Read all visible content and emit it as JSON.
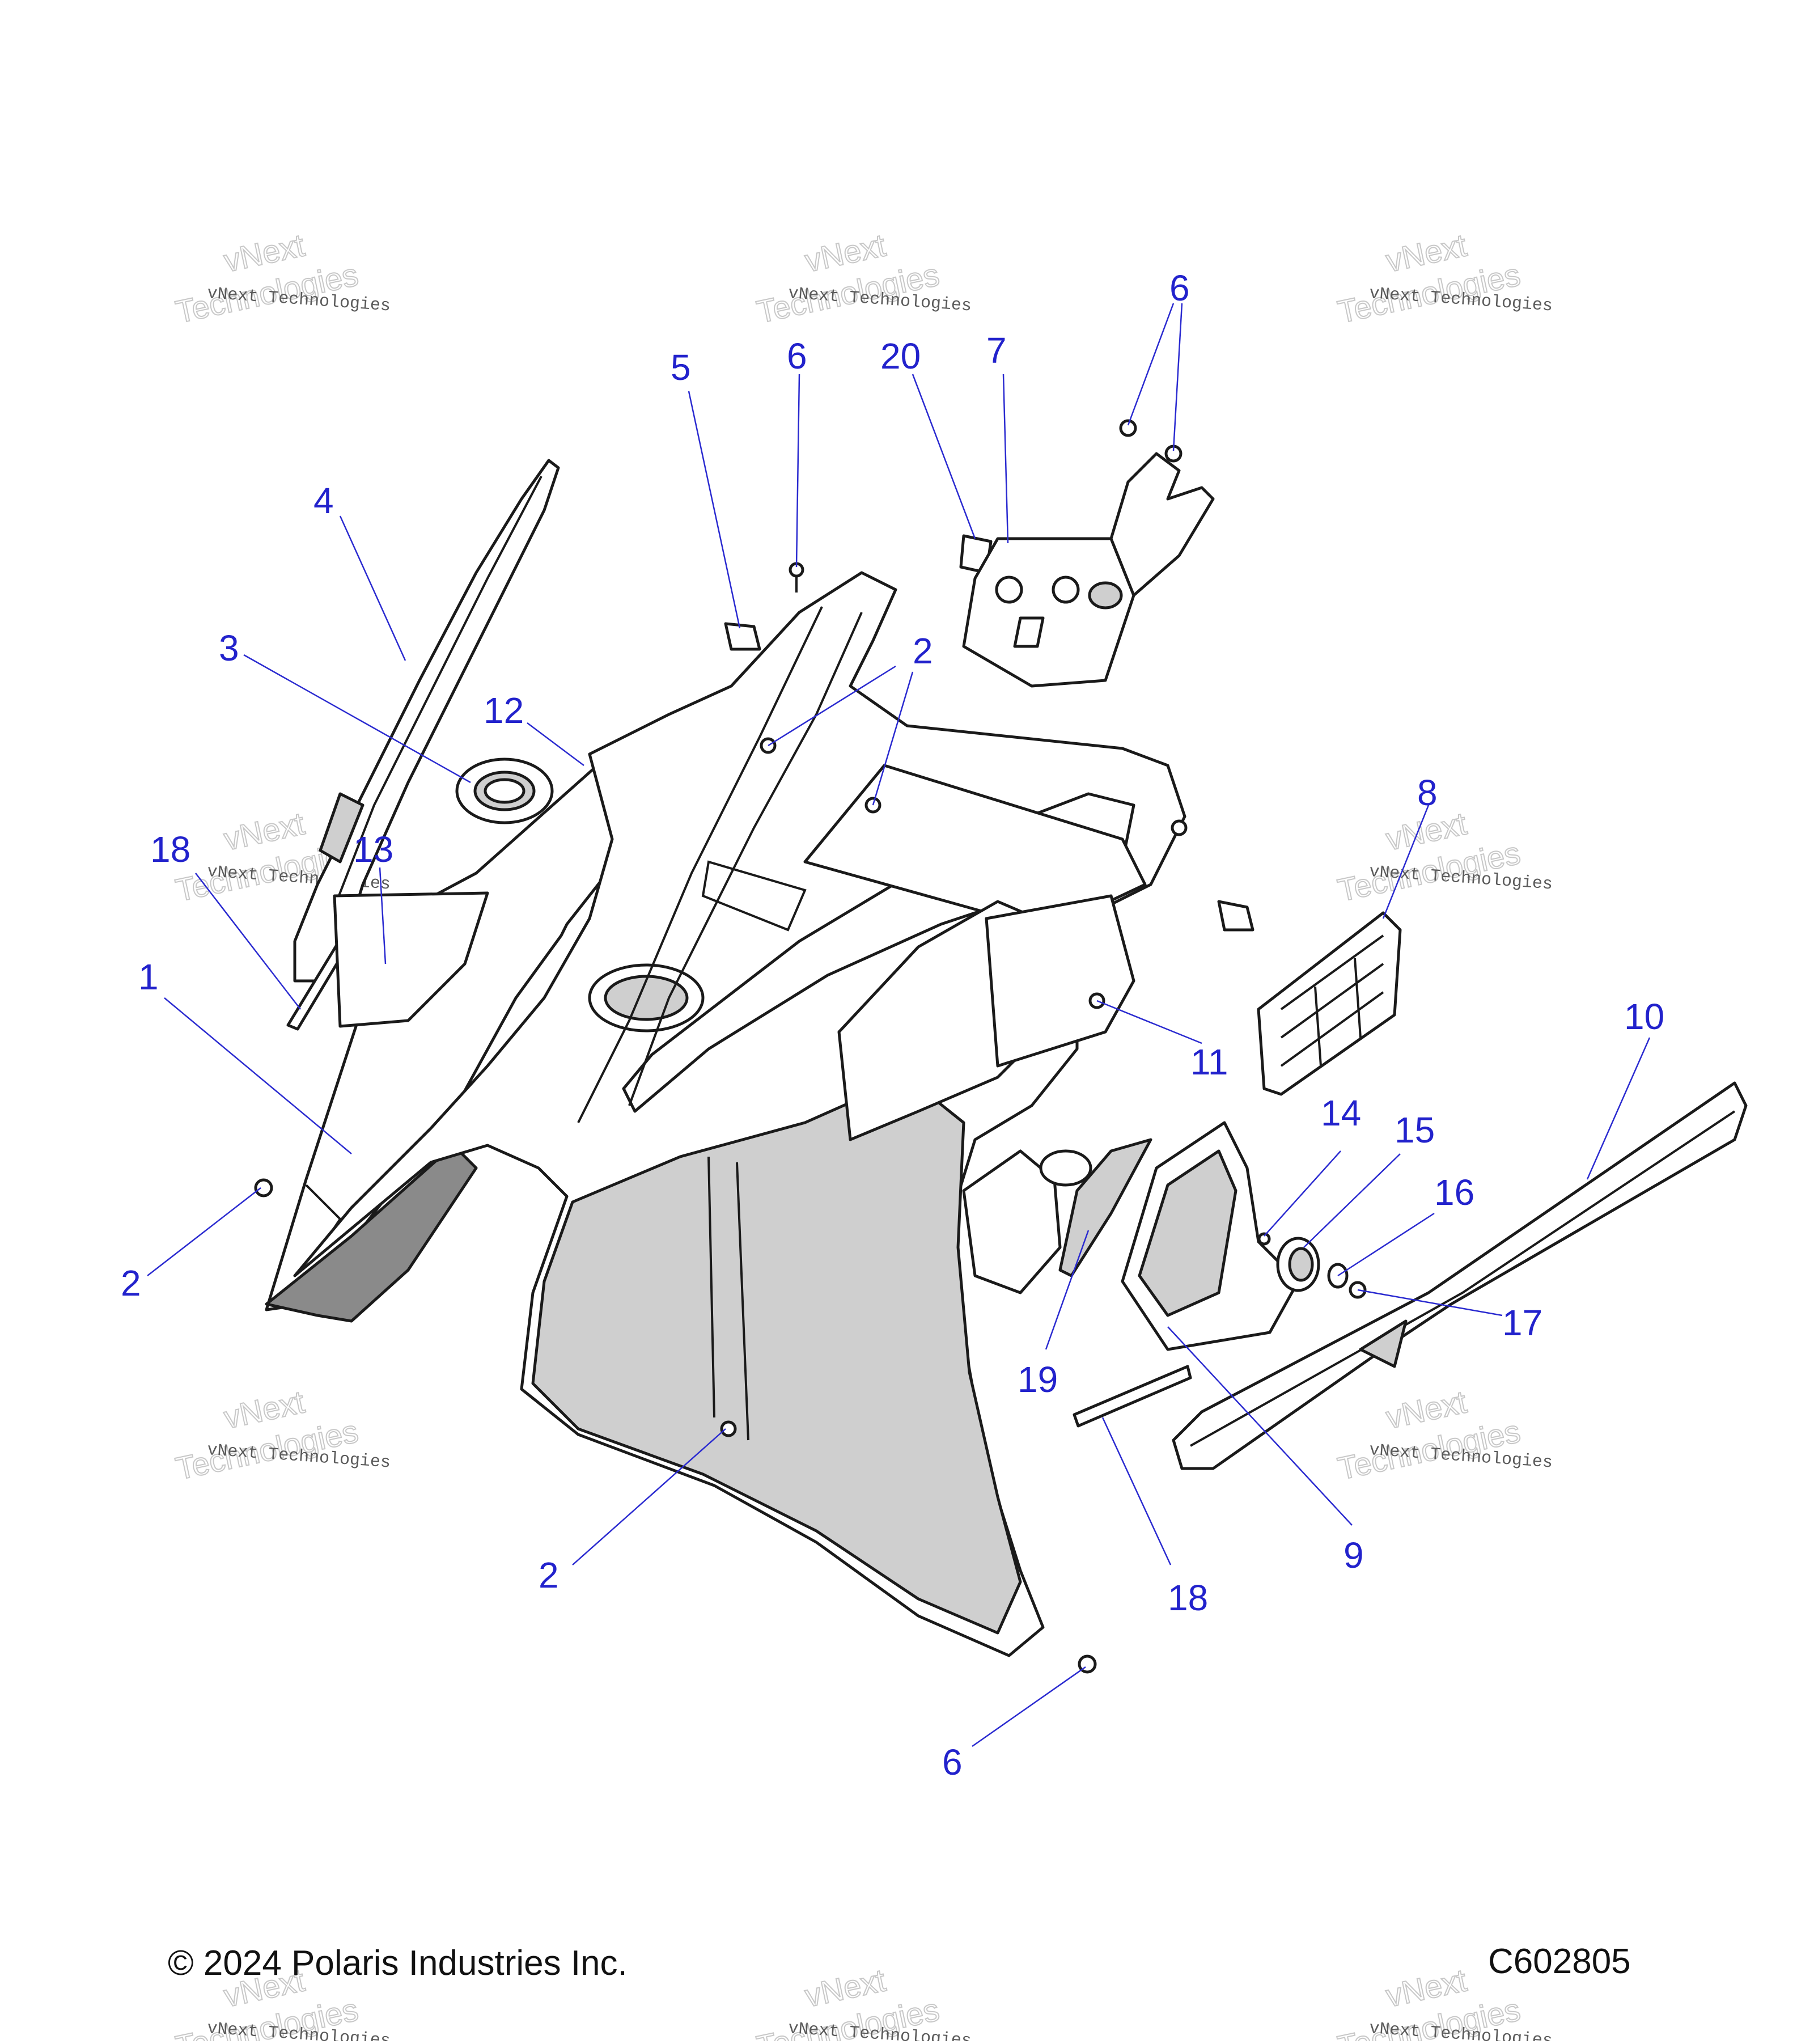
{
  "copyright": "© 2024 Polaris Industries Inc.",
  "diagram_id": "C602805",
  "watermark": {
    "line1": "vNext",
    "line2": "Technologies",
    "caption": "vNext Technologies"
  },
  "callouts": {
    "c1": "1",
    "c2a": "2",
    "c2b": "2",
    "c2c": "2",
    "c3": "3",
    "c4": "4",
    "c5": "5",
    "c6a": "6",
    "c6b": "6",
    "c6c": "6",
    "c7": "7",
    "c8": "8",
    "c9": "9",
    "c10": "10",
    "c11": "11",
    "c12": "12",
    "c13": "13",
    "c14": "14",
    "c15": "15",
    "c16": "16",
    "c17": "17",
    "c18a": "18",
    "c18b": "18",
    "c19": "19",
    "c20": "20"
  },
  "colors": {
    "callout": "#2222cc",
    "line_art": "#1a1a1a",
    "shade": "#cfcfcf"
  }
}
